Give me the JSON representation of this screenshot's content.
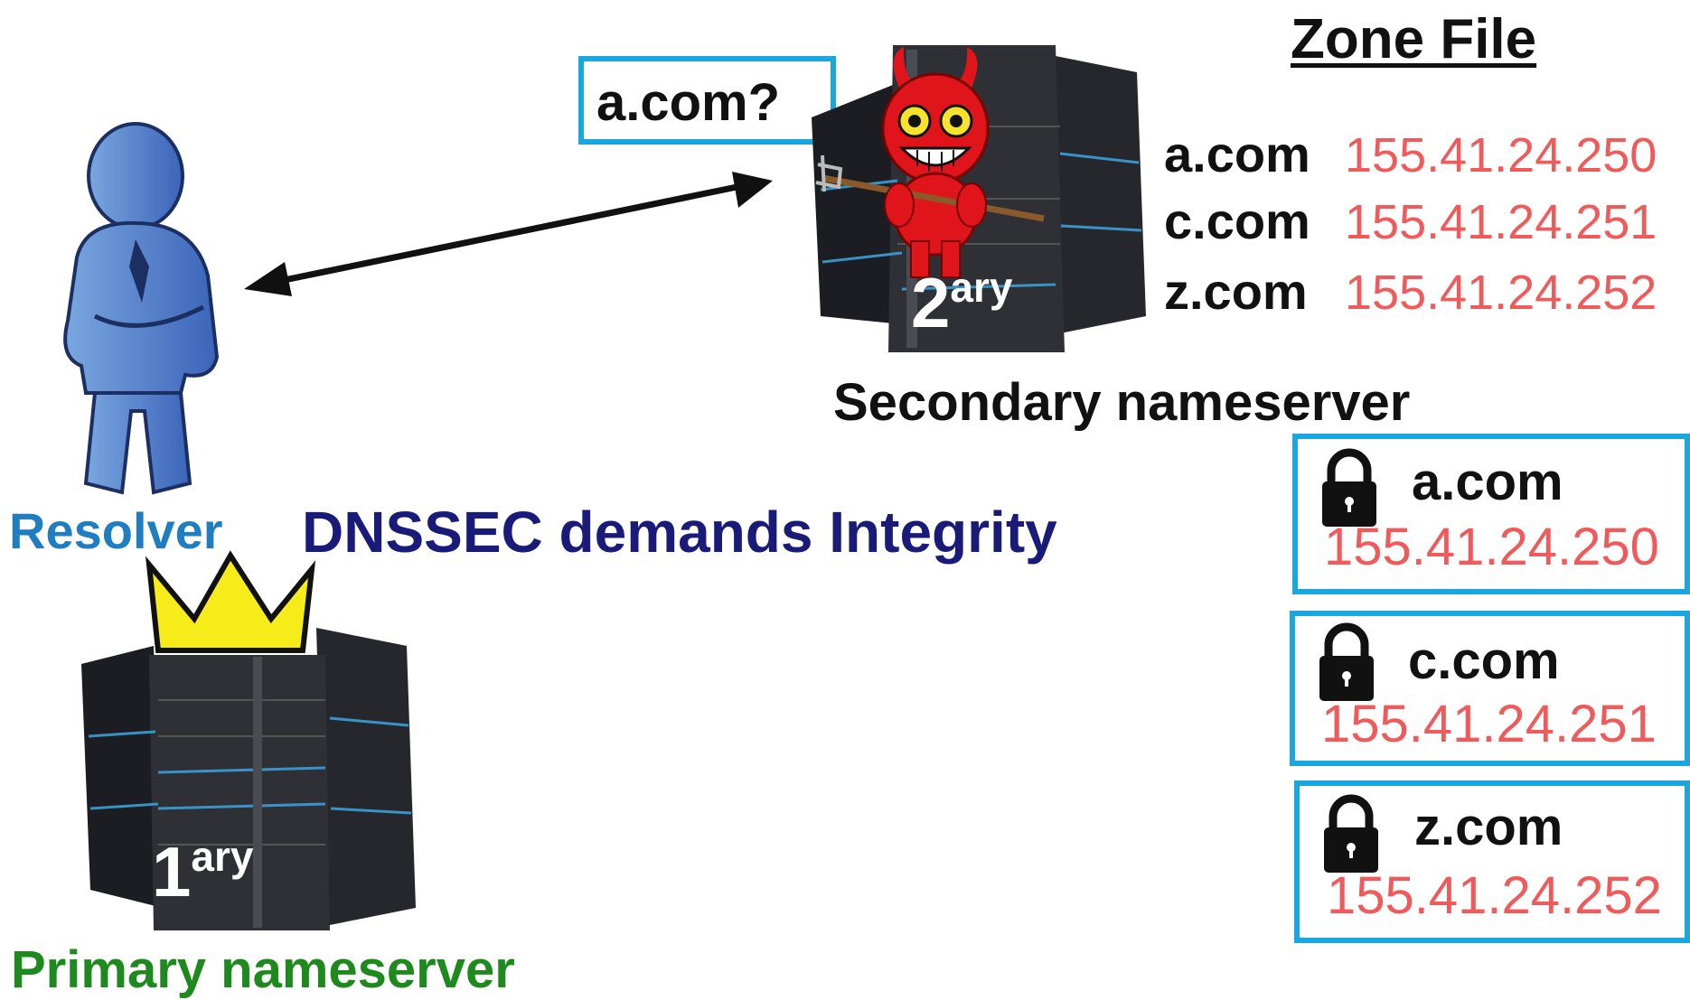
{
  "zone_file": {
    "title": "Zone File",
    "records": [
      {
        "domain": "a.com",
        "ip": "155.41.24.250"
      },
      {
        "domain": "c.com",
        "ip": "155.41.24.251"
      },
      {
        "domain": "z.com",
        "ip": "155.41.24.252"
      }
    ]
  },
  "query": {
    "text": "a.com?"
  },
  "secondary": {
    "label": "Secondary nameserver",
    "tag_num": "2",
    "tag_sup": "ary"
  },
  "primary": {
    "label": "Primary nameserver",
    "tag_num": "1",
    "tag_sup": "ary"
  },
  "resolver": {
    "label": "Resolver"
  },
  "dnssec": {
    "text": "DNSSEC demands Integrity"
  },
  "signed_records": [
    {
      "domain": "a.com",
      "ip": "155.41.24.250"
    },
    {
      "domain": "c.com",
      "ip": "155.41.24.251"
    },
    {
      "domain": "z.com",
      "ip": "155.41.24.252"
    }
  ],
  "colors": {
    "accent_box": "#1aa7e0",
    "ip": "#f05a5a",
    "resolver": "#1f7ec1",
    "dnssec": "#1a1a78",
    "primary": "#1e8a1e",
    "crown": "#f5ec1a"
  },
  "icons": [
    "person-icon",
    "server-icon",
    "devil-icon",
    "crown-icon",
    "lock-icon",
    "double-arrow-icon"
  ]
}
